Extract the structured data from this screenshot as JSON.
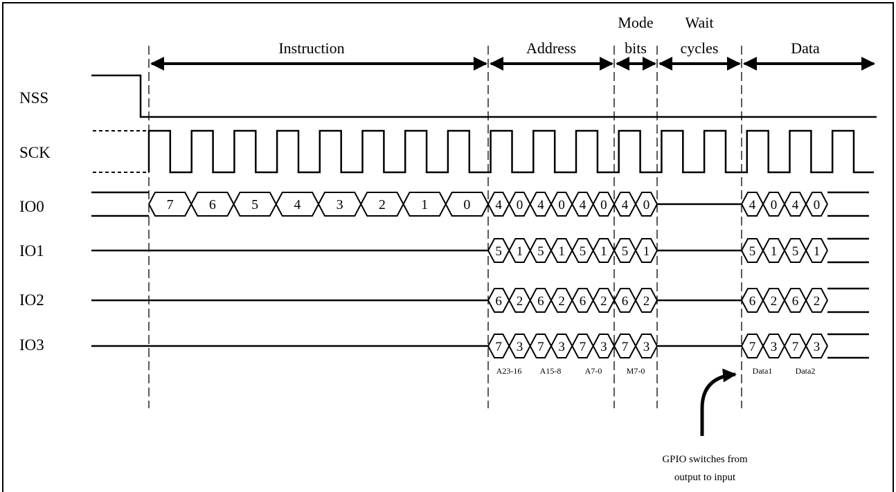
{
  "signals": {
    "nss": "NSS",
    "sck": "SCK",
    "io0": "IO0",
    "io1": "IO1",
    "io2": "IO2",
    "io3": "IO3"
  },
  "phases": {
    "instruction": "Instruction",
    "address": "Address",
    "mode_line1": "Mode",
    "mode_line2": "bits",
    "wait_line1": "Wait",
    "wait_line2": "cycles",
    "data": "Data"
  },
  "instruction_bits": [
    "7",
    "6",
    "5",
    "4",
    "3",
    "2",
    "1",
    "0"
  ],
  "address_bits": {
    "io0": [
      "4",
      "0",
      "4",
      "0",
      "4",
      "0"
    ],
    "io1": [
      "5",
      "1",
      "5",
      "1",
      "5",
      "1"
    ],
    "io2": [
      "6",
      "2",
      "6",
      "2",
      "6",
      "2"
    ],
    "io3": [
      "7",
      "3",
      "7",
      "3",
      "7",
      "3"
    ]
  },
  "mode_bits": {
    "io0": [
      "4",
      "0"
    ],
    "io1": [
      "5",
      "1"
    ],
    "io2": [
      "6",
      "2"
    ],
    "io3": [
      "7",
      "3"
    ]
  },
  "data_bits": {
    "io0": [
      "4",
      "0",
      "4",
      "0"
    ],
    "io1": [
      "5",
      "1",
      "5",
      "1"
    ],
    "io2": [
      "6",
      "2",
      "6",
      "2"
    ],
    "io3": [
      "7",
      "3",
      "7",
      "3"
    ]
  },
  "byte_labels": {
    "a23_16": "A23-16",
    "a15_8": "A15-8",
    "a7_0": "A7-0",
    "m7_0": "M7-0",
    "data1": "Data1",
    "data2": "Data2"
  },
  "note": {
    "line1": "GPIO switches from",
    "line2": "output to input"
  }
}
